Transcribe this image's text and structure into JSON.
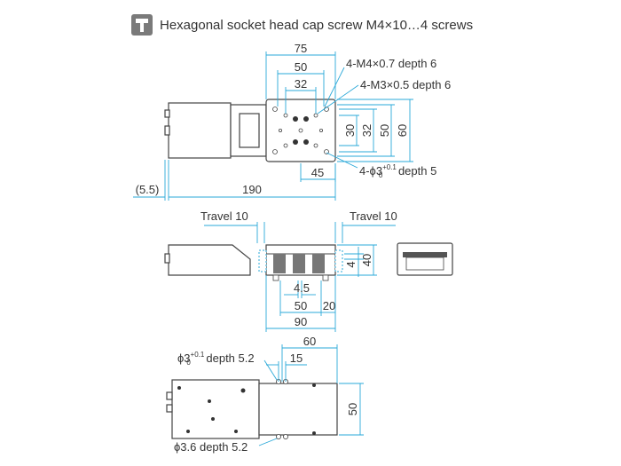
{
  "legend": {
    "icon": "hex-socket-screw-icon",
    "text": "Hexagonal socket head cap screw M4×10…4 screws"
  },
  "top_view": {
    "d75": "75",
    "d50": "50",
    "d32": "32",
    "d30": "30",
    "d32v": "32",
    "d50v": "50",
    "d60v": "60",
    "d45": "45",
    "d55": "(5.5)",
    "d190": "190",
    "note_m4": "4-M4×0.7 depth 6",
    "note_m3": "4-M3×0.5 depth 6",
    "note_phi_a": "4-ϕ3",
    "note_phi_sup": "+0.1",
    "note_phi_sub": "0",
    "note_phi_b": " depth 5"
  },
  "side_view": {
    "travel_left": "Travel 10",
    "travel_right": "Travel 10",
    "d4": "4",
    "d40": "40",
    "d45": "4.5",
    "d50": "50",
    "d20": "20",
    "d90": "90"
  },
  "bottom_view": {
    "d60": "60",
    "d15": "15",
    "d50": "50",
    "note_top_a": "ϕ3",
    "note_top_sup": "+0.1",
    "note_top_sub": "0",
    "note_top_b": " depth 5.2",
    "note_bottom": "ϕ3.6 depth 5.2"
  }
}
